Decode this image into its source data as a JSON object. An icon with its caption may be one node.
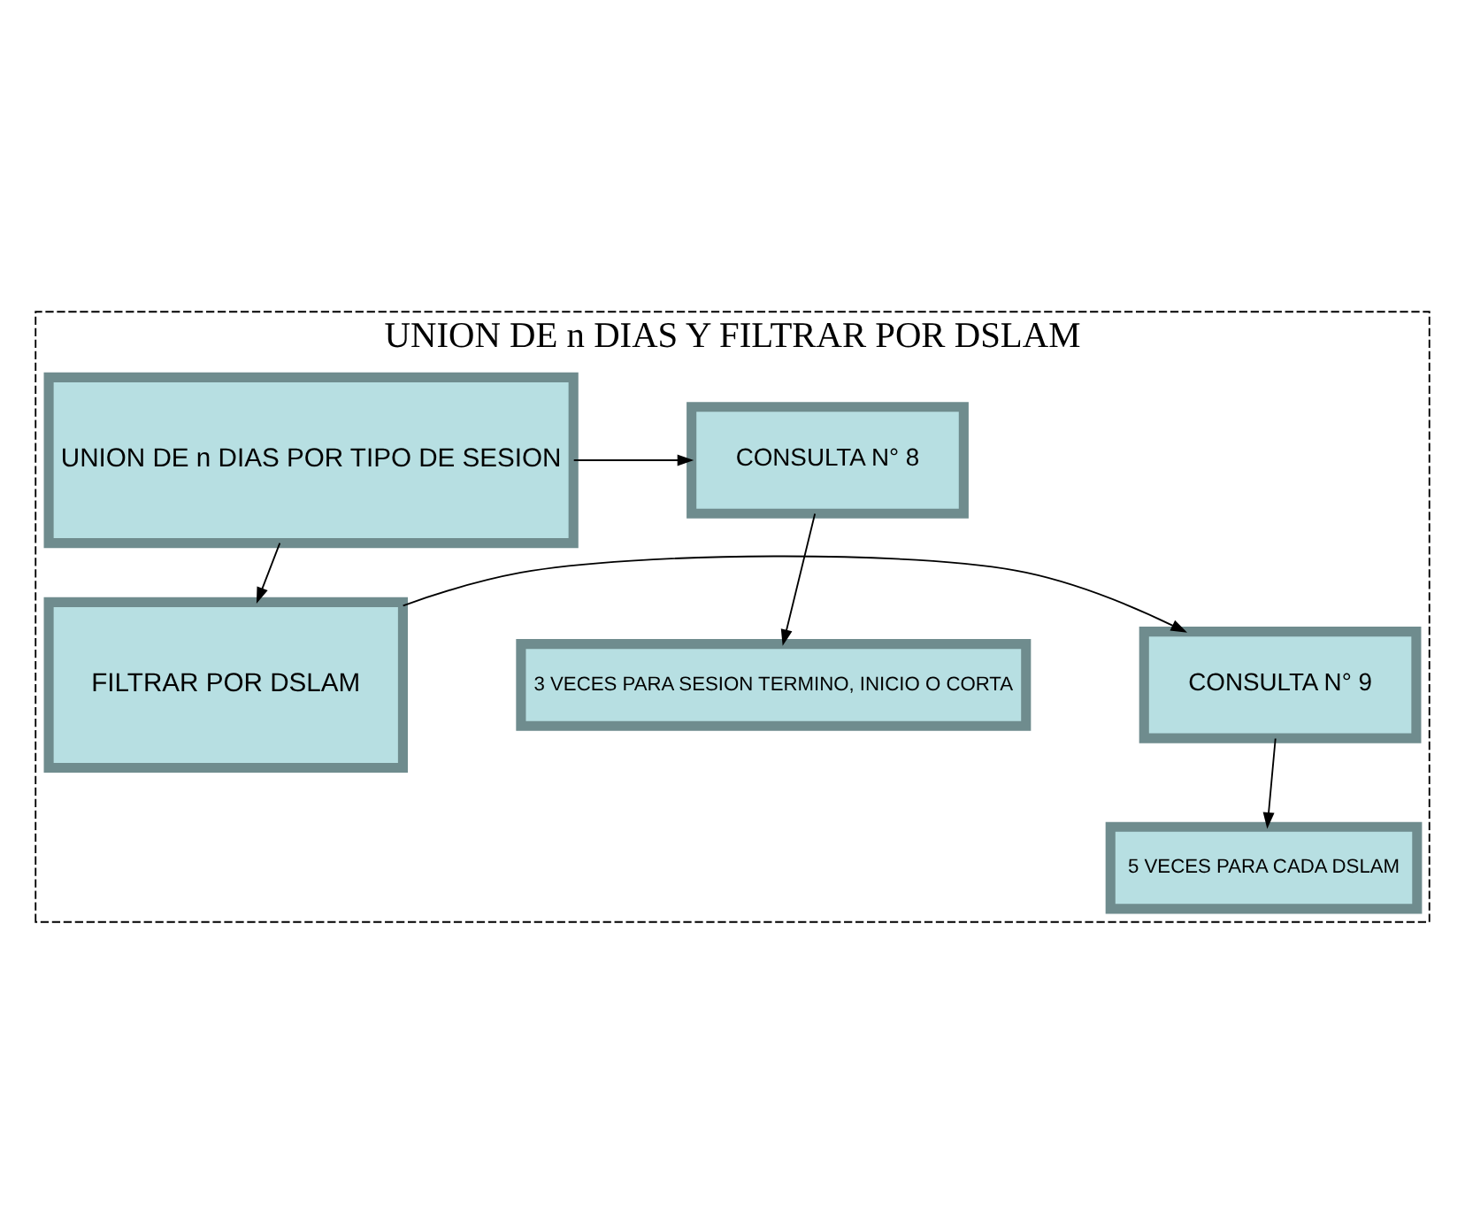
{
  "diagram": {
    "nodes": [
      {
        "text": [
          "UNION DE n DIAS Y FILTRAR POR DSLAM"
        ]
      },
      {
        "text": [
          "UNION DE n DIAS POR TIPO DE SESION"
        ],
        "in": 0
      },
      {
        "text": [
          "CONSULTA N° 8"
        ],
        "in": 0
      },
      {
        "text": [
          "3 VECES PARA SESION TERMINO, INICIO O CORTA"
        ],
        "in": 0
      },
      {
        "text": [
          "FILTRAR POR DSLAM"
        ],
        "in": 0
      },
      {
        "text": [
          "CONSULTA N° 9"
        ],
        "in": 0
      },
      {
        "text": [
          "5 VECES PARA CADA DSLAM"
        ],
        "in": 0
      }
    ],
    "edges": [
      {
        "from": 1,
        "to": 2,
        "arrow": "to"
      },
      {
        "from": 2,
        "to": 3,
        "arrow": "to"
      },
      {
        "from": 1,
        "to": 4,
        "arrow": "to"
      },
      {
        "from": 4,
        "to": 5,
        "arrow": "to"
      },
      {
        "from": 5,
        "to": 6,
        "arrow": "to"
      }
    ]
  }
}
